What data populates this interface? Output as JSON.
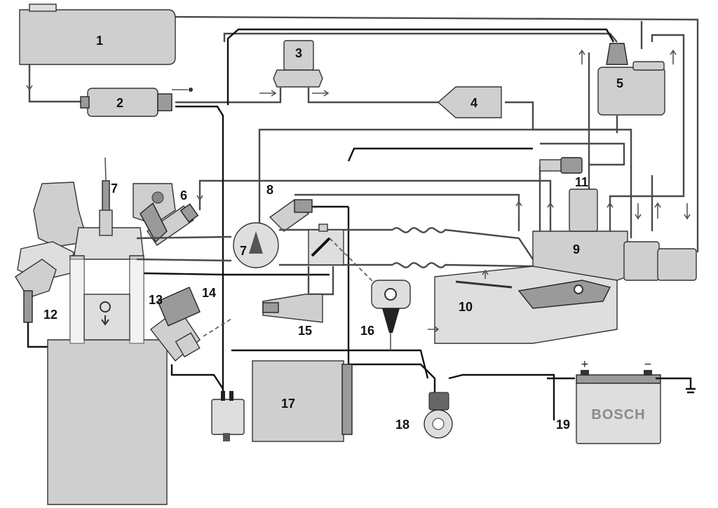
{
  "diagram": {
    "labels": {
      "n1": "1",
      "n2": "2",
      "n3": "3",
      "n4": "4",
      "n5": "5",
      "n6": "6",
      "n7a": "7",
      "n7b": "7",
      "n8": "8",
      "n9": "9",
      "n10": "10",
      "n11": "11",
      "n12": "12",
      "n13": "13",
      "n14": "14",
      "n15": "15",
      "n16": "16",
      "n17": "17",
      "n18": "18",
      "n19": "19"
    },
    "battery": {
      "brand": "BOSCH",
      "plus": "+",
      "minus": "−"
    },
    "colors": {
      "component_fill": "#cfcfcf",
      "component_dark": "#9a9a9a",
      "line": "#333333"
    }
  }
}
